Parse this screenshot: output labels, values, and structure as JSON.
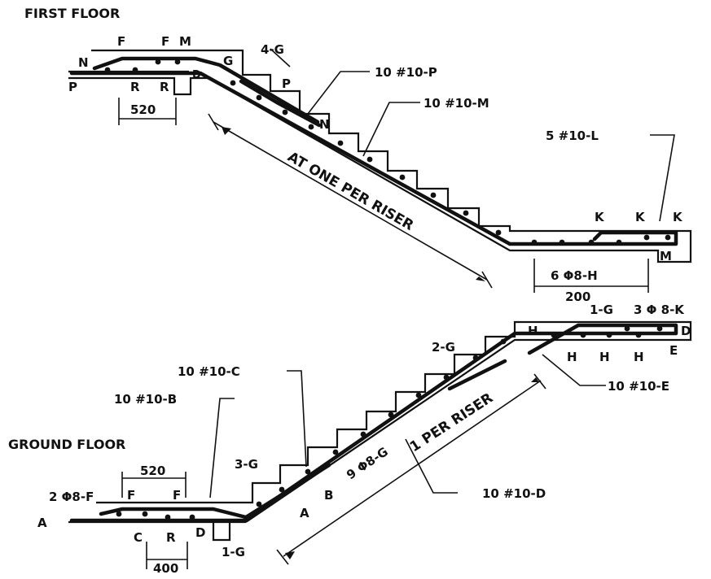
{
  "floor_labels": {
    "first": "FIRST FLOOR",
    "ground": "GROUND FLOOR"
  },
  "upper_flight": {
    "letters": {
      "n": "N",
      "p_left": "P",
      "f1": "F",
      "f2": "F",
      "m_top": "M",
      "r1": "R",
      "r2": "R",
      "d": "D",
      "g": "G",
      "p_bar": "P",
      "n_bar": "N",
      "k1": "K",
      "k2": "K",
      "k3": "K",
      "m_right": "M"
    },
    "dims": {
      "landing_left": "520",
      "landing_right": "200"
    },
    "callouts": {
      "g4": "4-G",
      "p_bars": "10 #10-P",
      "m_bars": "10 #10-M",
      "l_bars": "5 #10-L",
      "h_bars": "6 Φ8-H"
    },
    "span_note": "AT ONE PER RISER"
  },
  "lower_flight": {
    "letters": {
      "a": "A",
      "f1": "F",
      "f2": "F",
      "c": "C",
      "r": "R",
      "d_bottom": "D",
      "a_bar": "A",
      "b_bar": "B",
      "h_top": "H",
      "d_right": "D",
      "h1": "H",
      "h2": "H",
      "h3": "H",
      "e": "E"
    },
    "dims": {
      "landing_top": "520",
      "landing_bottom": "400"
    },
    "callouts": {
      "f_bars": "2 Φ8-F",
      "b_bars": "10 #10-B",
      "c_bars": "10 #10-C",
      "g3": "3-G",
      "g1_bottom": "1-G",
      "g_dist": "9 Φ8-G",
      "d_bars": "10 #10-D",
      "g2": "2-G",
      "e_bars": "10 #10-E",
      "g1_top": "1-G",
      "k_bars": "3 Φ 8-K"
    },
    "span_note": "1 PER RISER"
  }
}
